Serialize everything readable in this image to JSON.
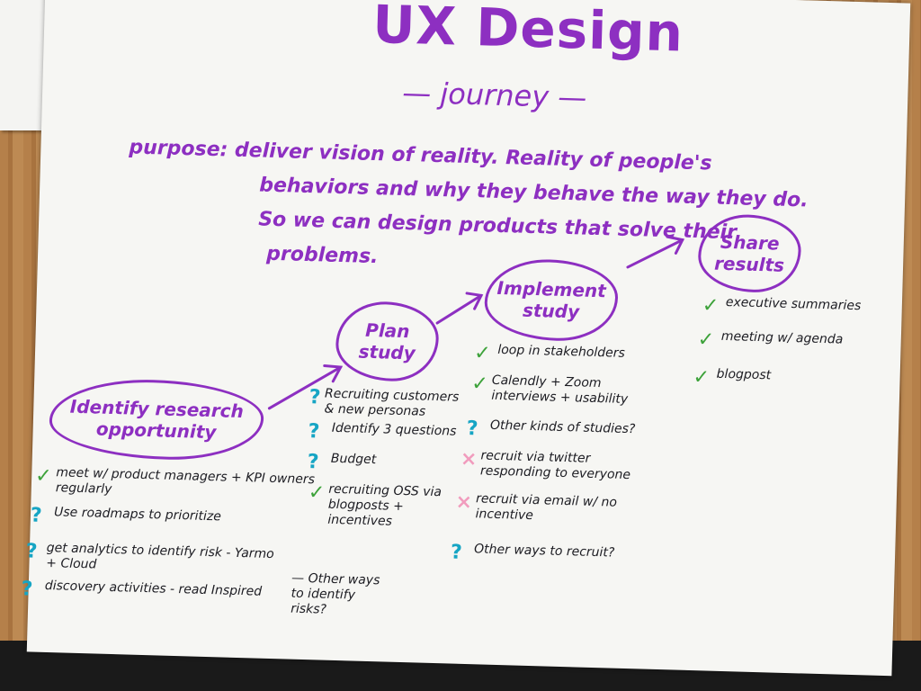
{
  "title": "UX Design",
  "subtitle": "— journey —",
  "purpose": {
    "line1": "purpose: deliver vision of reality. Reality of people's",
    "line2": "behaviors and why they behave the way they do.",
    "line3": "So we can design products that solve their",
    "line4": "problems."
  },
  "nodes": {
    "identify": "Identify research opportunity",
    "plan": "Plan study",
    "implement": "Implement study",
    "share": "Share results"
  },
  "identify_items": [
    {
      "mark": "check",
      "text": "meet w/ product managers + KPI owners regularly"
    },
    {
      "mark": "question",
      "text": "Use roadmaps to prioritize"
    },
    {
      "mark": "question",
      "text": "get analytics to identify risk - Yarmo + Cloud"
    },
    {
      "mark": "question",
      "text": "discovery activities - read Inspired"
    }
  ],
  "identify_note": "— Other ways to identify risks?",
  "plan_items": [
    {
      "mark": "question",
      "text": "Recruiting customers & new personas"
    },
    {
      "mark": "question",
      "text": "Identify 3 questions"
    },
    {
      "mark": "question",
      "text": "Budget"
    },
    {
      "mark": "check",
      "text": "recruiting OSS via blogposts + incentives"
    }
  ],
  "implement_items": [
    {
      "mark": "check",
      "text": "loop in stakeholders"
    },
    {
      "mark": "check",
      "text": "Calendly + Zoom interviews + usability"
    },
    {
      "mark": "question",
      "text": "Other kinds of studies?"
    },
    {
      "mark": "cross",
      "text": "recruit via twitter responding to everyone"
    },
    {
      "mark": "cross",
      "text": "recruit via email w/ no incentive"
    },
    {
      "mark": "question",
      "text": "Other ways to recruit?"
    }
  ],
  "share_items": [
    {
      "mark": "check",
      "text": "executive summaries"
    },
    {
      "mark": "check",
      "text": "meeting w/ agenda"
    },
    {
      "mark": "check",
      "text": "blogpost"
    }
  ],
  "glyphs": {
    "check": "✓",
    "question": "?",
    "cross": "×"
  },
  "colors": {
    "ink_purple": "#8d2fc1",
    "check_green": "#3da23a",
    "question_blue": "#16a5c4",
    "cross_pink": "#f19cbd"
  }
}
